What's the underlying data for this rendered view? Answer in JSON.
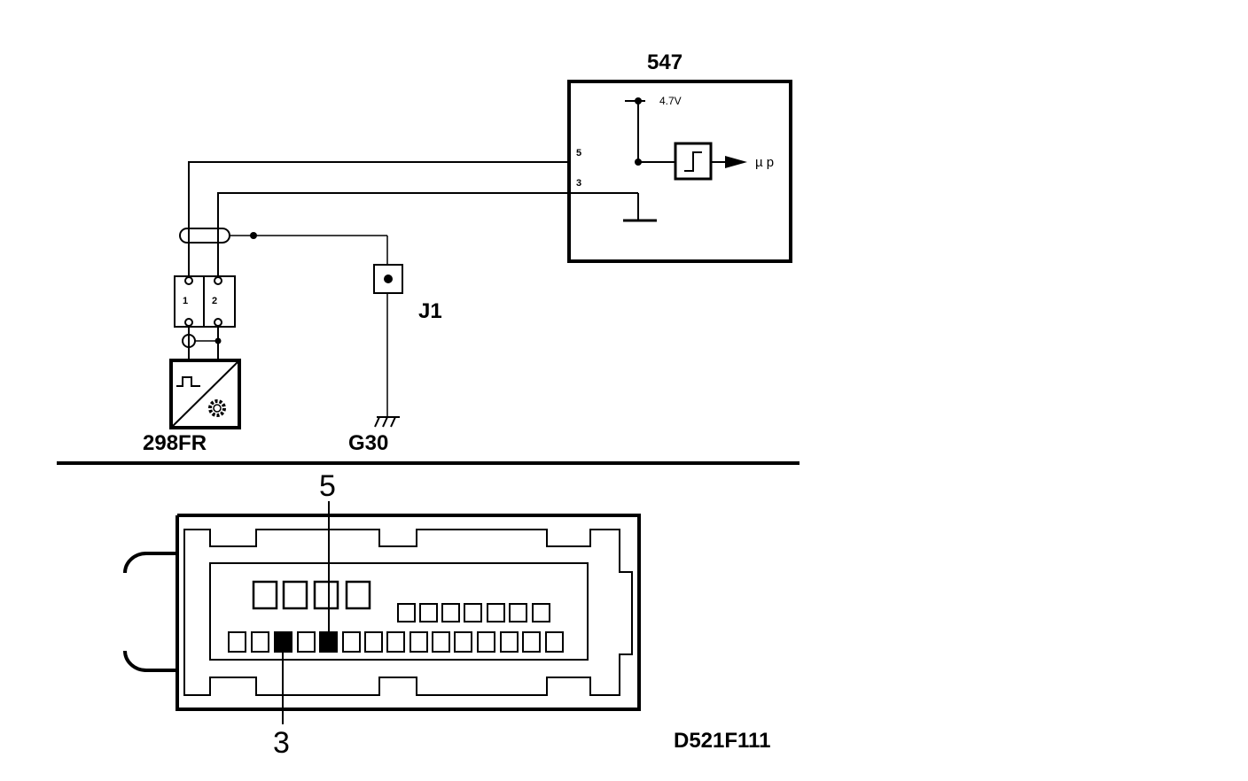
{
  "schematic": {
    "ecu": {
      "label": "547",
      "voltage": "4.7V",
      "pin_5": "5",
      "pin_3": "3",
      "micro": "µ p"
    },
    "sensor": {
      "label": "298FR",
      "pin_1": "1",
      "pin_2": "2"
    },
    "junction": {
      "label": "J1"
    },
    "ground": {
      "label": "G30"
    }
  },
  "connector": {
    "callout_top": "5",
    "callout_bottom": "3",
    "top_row_cavities": 4,
    "middle_row_cavities": 7,
    "bottom_row_cavities": 15,
    "highlighted_pins": [
      "3",
      "5"
    ]
  },
  "figure_code": "D521F111",
  "colors": {
    "ink": "#000000",
    "background": "#ffffff"
  }
}
